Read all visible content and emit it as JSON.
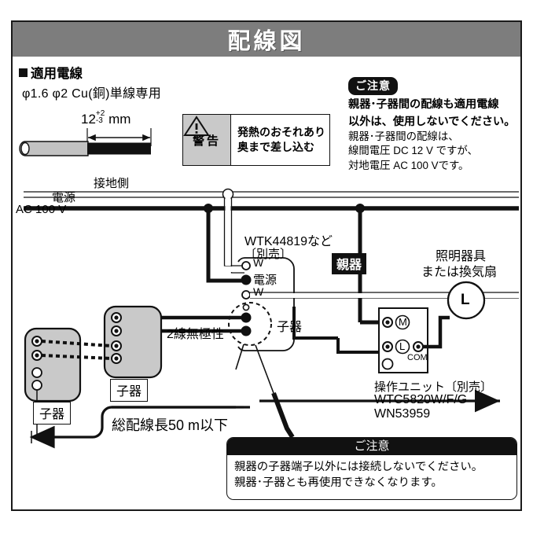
{
  "title": "配線図",
  "section": {
    "heading": "適用電線",
    "wire_spec": "φ1.6 φ2 Cu(銅)単線専用",
    "dimension": {
      "value": "12",
      "plus": "+2",
      "minus": "-3",
      "unit": "mm"
    }
  },
  "warning": {
    "label": "警告",
    "icon": "warning-triangle-icon",
    "line1": "発熱のおそれあり",
    "line2": "奥まで差し込む"
  },
  "caution_top": {
    "badge": "ご注意",
    "bold1": "親器･子器間の配線も適用電線",
    "bold2": "以外は、使用しないでください。",
    "line1": "親器･子器間の配線は、",
    "line2": "線間電圧 DC  12 V ですが、",
    "line3": "対地電圧 AC  100 Vです。"
  },
  "diagram": {
    "power_label1": "電源",
    "power_label2": "AC  100 V",
    "ground_label": "接地側",
    "master_model": "WTK44819など",
    "master_sold": "〔別売〕",
    "master_badge": "親器",
    "terminal_w1": "W",
    "terminal_power": "電源",
    "terminal_w2": "W",
    "terminal_slave": "子器",
    "two_wire_label": "2線無極性",
    "slave_label_mid": "子器",
    "slave_label_left": "子器",
    "total_length": "総配線長50 m以下",
    "lamp_line1": "照明器具",
    "lamp_line2": "または換気扇",
    "lamp_terminal": "L",
    "unit_terminal_m": "M",
    "unit_terminal_l": "L",
    "unit_terminal_com": "COM",
    "unit_name": "操作ユニット〔別売〕",
    "unit_model1": "WTC5820W/F/G",
    "unit_model2": "WN53959"
  },
  "caution_bottom": {
    "header": "ご注意",
    "line1": "親器の子器端子以外には接続しないでください。",
    "line2": "親器･子器とも再使用できなくなります。"
  },
  "colors": {
    "title_bar": "#7d7d7d",
    "wire_black": "#111111",
    "device_gray": "#c9c9c9",
    "badge_black": "#111111"
  }
}
